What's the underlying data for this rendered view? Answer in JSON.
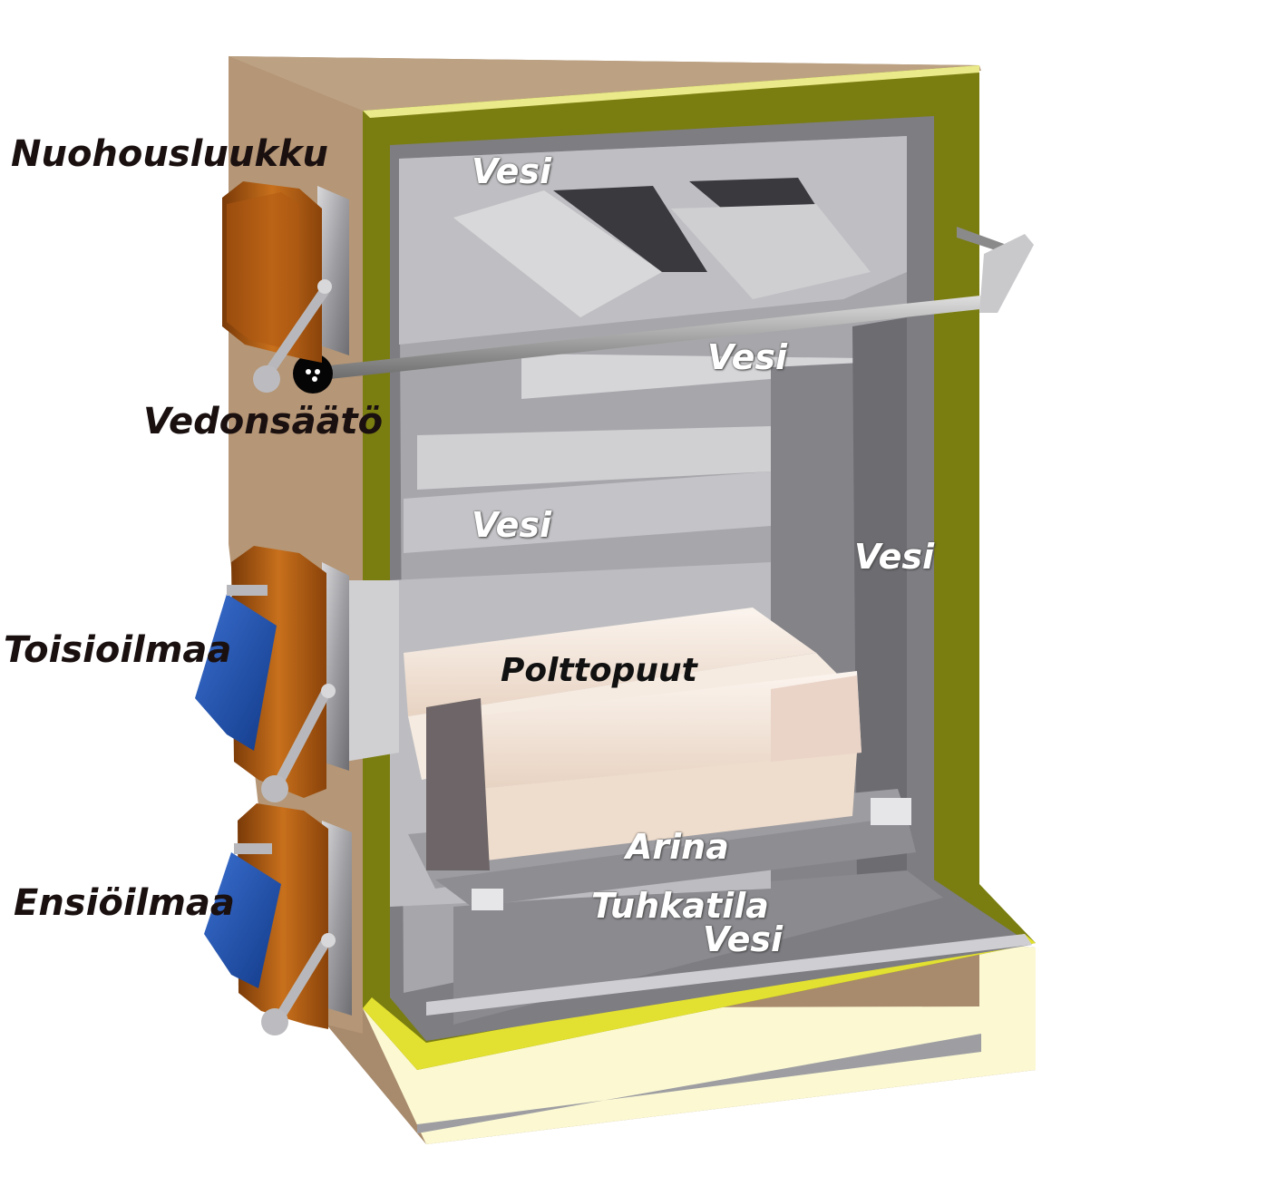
{
  "labels": {
    "nuohousluukku": "Nuohousluukku",
    "vedonsaato": "Vedonsäätö",
    "toisioilmaa": "Toisioilmaa",
    "ensioilmaa": "Ensiöilmaa",
    "vesi_top": "Vesi",
    "vesi_mid": "Vesi",
    "vesi_lower": "Vesi",
    "vesi_right": "Vesi",
    "vesi_bottom": "Vesi",
    "polttopuut": "Polttopuut",
    "arina": "Arina",
    "tuhkatila": "Tuhkatila"
  },
  "colors": {
    "casing": "#a88a6c",
    "insulation": "#7a7d10",
    "frame": "#eaea8a",
    "steel": "#8f8f93",
    "door_copper": "#b05a12",
    "air_flap": "#1f4fa8",
    "wood": "#f2e4d6"
  }
}
